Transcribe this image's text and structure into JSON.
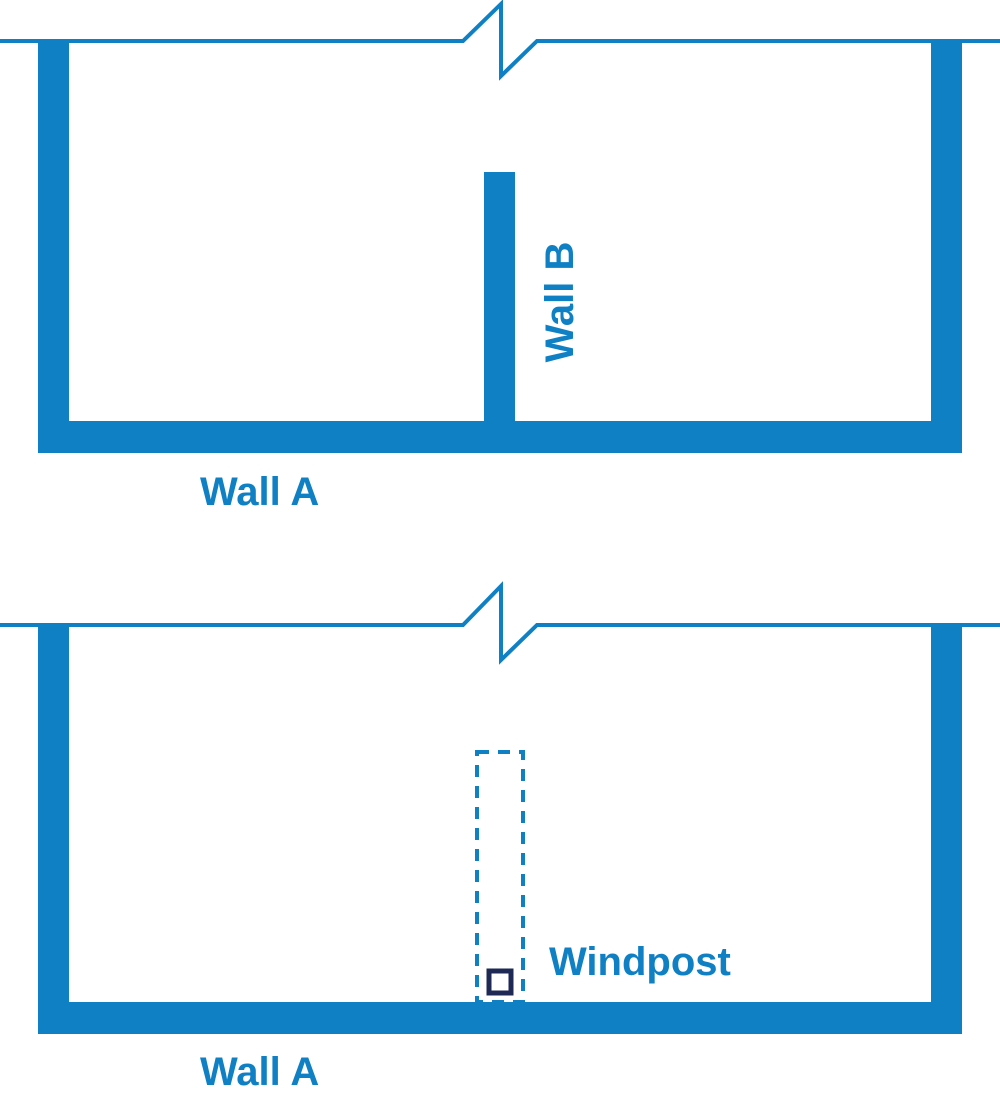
{
  "colors": {
    "wall_blue": "#1080c4",
    "windpost_navy": "#1e2a55",
    "background": "#ffffff"
  },
  "diagram_top": {
    "wall_a_label": "Wall A",
    "wall_b_label": "Wall B"
  },
  "diagram_bottom": {
    "wall_a_label": "Wall A",
    "windpost_label": "Windpost"
  },
  "icons": {
    "break_line": "break-line-icon",
    "windpost_marker": "windpost-square-icon"
  }
}
